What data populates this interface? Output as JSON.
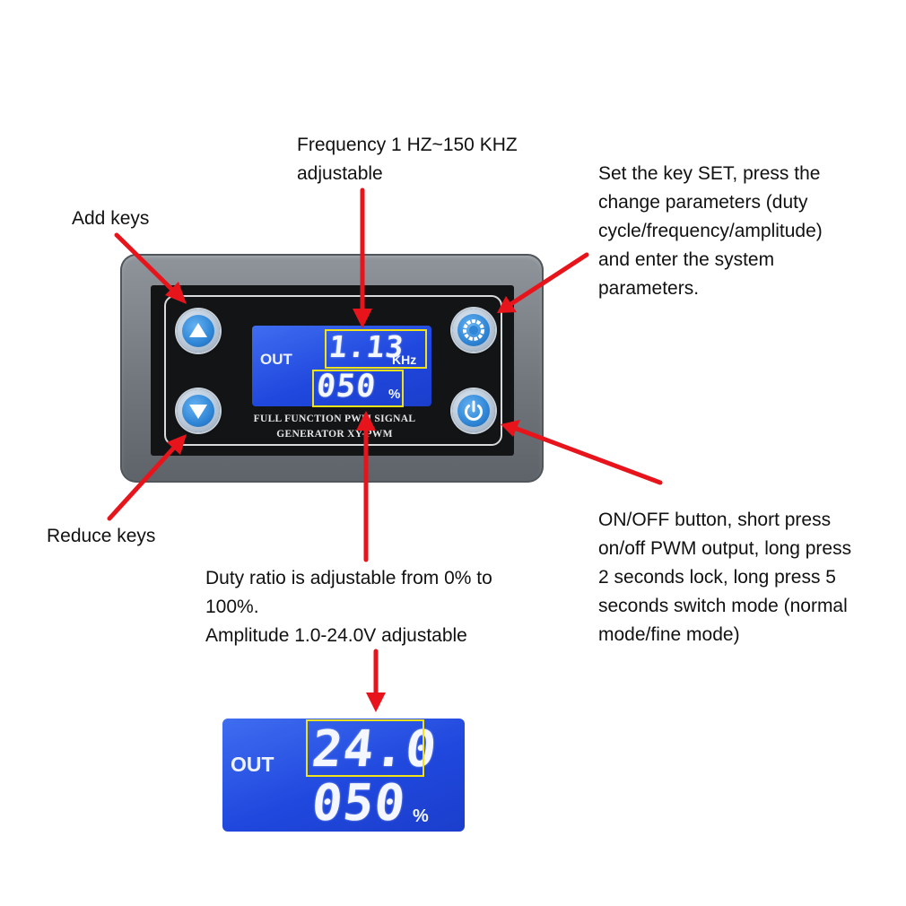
{
  "annotations": {
    "frequency": [
      "Frequency 1 HZ~150 KHZ",
      "adjustable"
    ],
    "add_keys": "Add keys",
    "set_key": [
      "Set the key SET, press the",
      "change parameters (duty",
      "cycle/frequency/amplitude)",
      "and enter the system",
      "parameters."
    ],
    "reduce_keys": "Reduce keys",
    "duty": [
      "Duty ratio is adjustable from 0% to",
      "100%.",
      "Amplitude 1.0-24.0V adjustable"
    ],
    "onoff": [
      "ON/OFF button, short press",
      "on/off PWM output, long press",
      "2 seconds lock, long press 5",
      "seconds switch mode (normal",
      "mode/fine mode)"
    ]
  },
  "device": {
    "lcd_label": "OUT",
    "frequency_value": "1.13",
    "frequency_unit": "KHz",
    "duty_value": "050",
    "duty_unit": "%",
    "label_line1": "FULL FUNCTION PWM SIGNAL",
    "label_line2": "GENERATOR XY-PWM"
  },
  "amplitude_display": {
    "lcd_label": "OUT",
    "amplitude_value": "24.0",
    "duty_value": "050",
    "duty_unit": "%"
  },
  "icons": {
    "up_key": "triangle-up-icon",
    "down_key": "triangle-down-icon",
    "set_key": "gear-ring-icon",
    "power_key": "power-icon"
  },
  "colors": {
    "arrow": "#e8141c",
    "lcd": "#2048de",
    "highlight": "#f2e21a",
    "key": "#2f86d6"
  }
}
